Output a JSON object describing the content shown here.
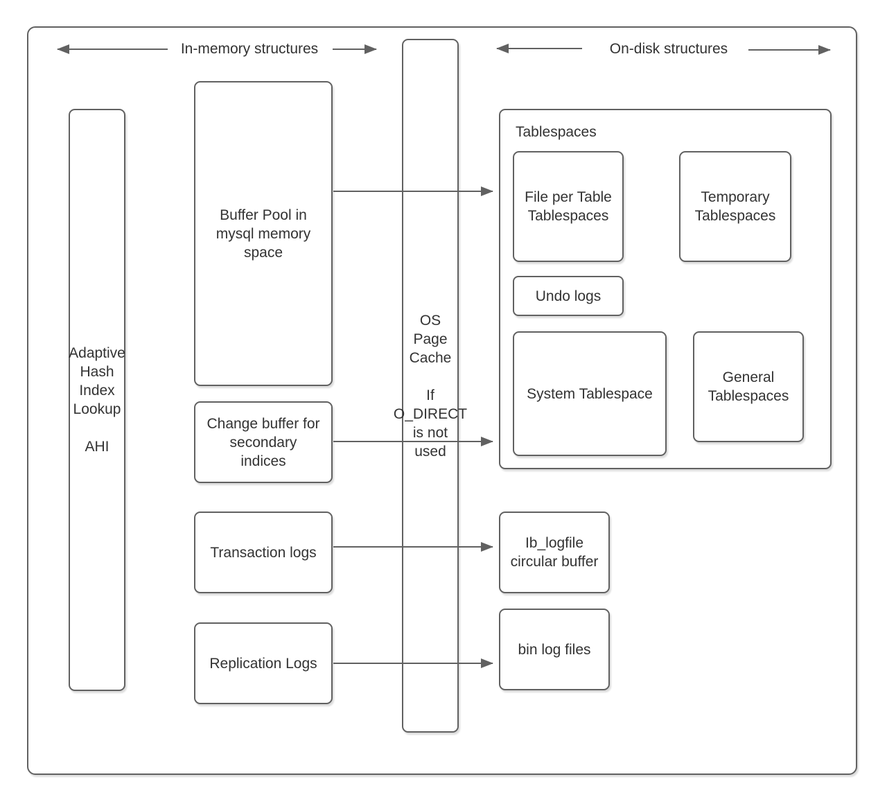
{
  "diagram": {
    "headers": {
      "in_memory": "In-memory structures",
      "on_disk": "On-disk structures"
    },
    "nodes": {
      "ahi": "Adaptive\nHash\nIndex\nLookup\n\nAHI",
      "buffer_pool": "Buffer Pool in\nmysql memory\nspace",
      "change_buffer": "Change buffer for\nsecondary\nindices",
      "transaction_logs": "Transaction logs",
      "replication_logs": "Replication Logs",
      "os_page_cache": "OS\nPage\nCache\n\nIf\nO_DIRECT\nis not\nused",
      "tablespaces_title": "Tablespaces",
      "file_per_table": "File per Table\nTablespaces",
      "temporary_tablespaces": "Temporary\nTablespaces",
      "undo_logs": "Undo logs",
      "system_tablespace": "System Tablespace",
      "general_tablespaces": "General\nTablespaces",
      "ib_logfile": "Ib_logfile\ncircular buffer",
      "bin_log_files": "bin log files"
    },
    "colors": {
      "stroke": "#616161",
      "text": "#333333",
      "background": "#ffffff"
    }
  }
}
